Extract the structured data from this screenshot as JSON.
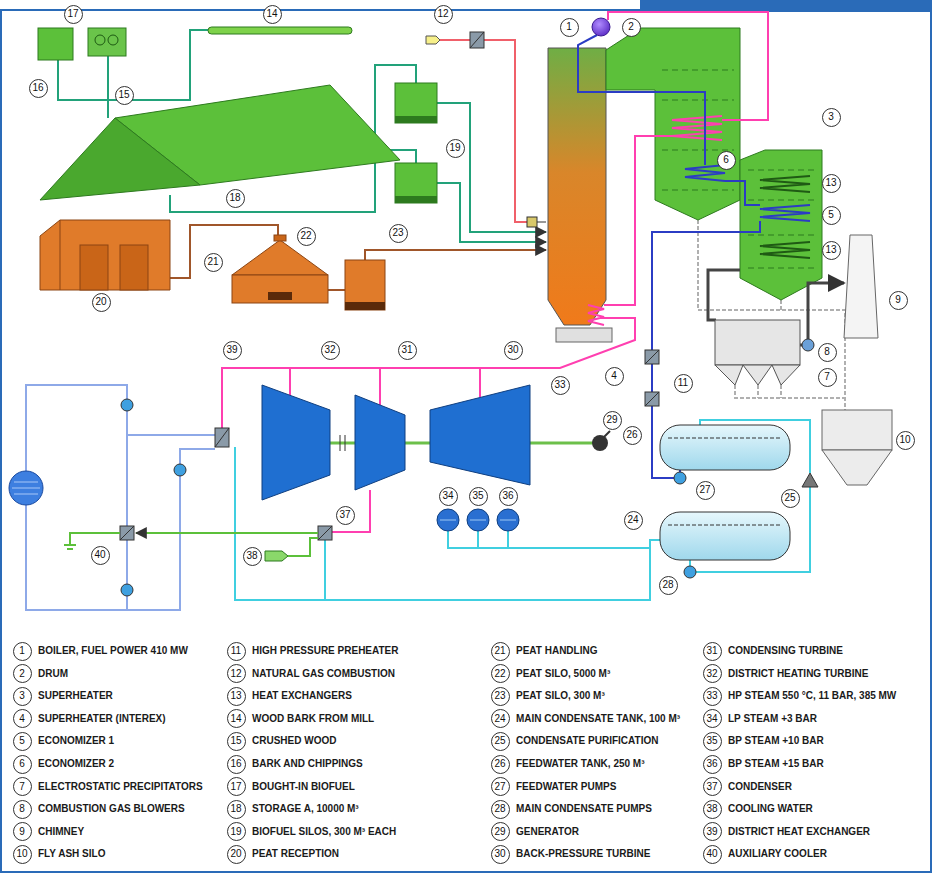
{
  "diagram": {
    "labels": [
      "1",
      "2",
      "3",
      "4",
      "5",
      "6",
      "7",
      "8",
      "9",
      "10",
      "11",
      "12",
      "13",
      "13",
      "14",
      "15",
      "16",
      "17",
      "18",
      "19",
      "20",
      "21",
      "22",
      "23",
      "24",
      "25",
      "26",
      "27",
      "28",
      "29",
      "30",
      "31",
      "32",
      "33",
      "34",
      "35",
      "36",
      "37",
      "38",
      "39",
      "40",
      "1",
      "BOILER, FUEL POWER 410 MW",
      "11",
      "HIGH PRESSURE PREHEATER",
      "21",
      "PEAT HANDLING",
      "31",
      "CONDENSING TURBINE",
      "2",
      "DRUM",
      "12",
      "NATURAL GAS COMBUSTION",
      "22",
      "PEAT SILO, 5000 M³",
      "32",
      "DISTRICT HEATING TURBINE",
      "3",
      "SUPERHEATER",
      "13",
      "HEAT EXCHANGERS",
      "23",
      "PEAT SILO, 300 M³",
      "33",
      "HP STEAM 550 °C, 11 BAR, 385 MW",
      "4",
      "SUPERHEATER (INTEREX)",
      "14",
      "WOOD BARK FROM MILL",
      "24",
      "MAIN CONDENSATE TANK, 100 M³",
      "34",
      "LP STEAM +3 BAR",
      "5",
      "ECONOMIZER 1",
      "15",
      "CRUSHED WOOD",
      "25",
      "CONDENSATE PURIFICATION",
      "35",
      "BP STEAM +10 BAR",
      "6",
      "ECONOMIZER 2",
      "16",
      "BARK AND CHIPPINGS",
      "26",
      "FEEDWATER TANK, 250 M³",
      "36",
      "BP STEAM +15 BAR",
      "7",
      "ELECTROSTATIC PRECIPITATORS",
      "17",
      "BOUGHT-IN BIOFUEL",
      "27",
      "FEEDWATER PUMPS",
      "37",
      "CONDENSER",
      "8",
      "COMBUSTION GAS BLOWERS",
      "18",
      "STORAGE A, 10000 M³",
      "28",
      "MAIN CONDENSATE PUMPS",
      "38",
      "COOLING WATER",
      "9",
      "CHIMNEY",
      "19",
      "BIOFUEL SILOS, 300 M³ EACH",
      "29",
      "GENERATOR",
      "39",
      "DISTRICT HEAT EXCHANGER",
      "10",
      "FLY ASH SILO",
      "20",
      "PEAT RECEPTION",
      "30",
      "BACK-PRESSURE TURBINE",
      "40",
      "AUXILIARY COOLER"
    ]
  }
}
